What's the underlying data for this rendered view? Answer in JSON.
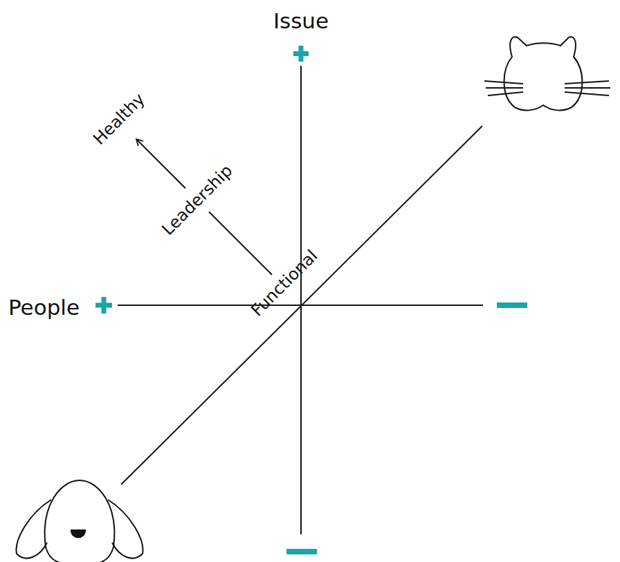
{
  "diagram": {
    "labels": [
      "Issue",
      "People",
      "Healthy",
      "Leadership",
      "Functional"
    ]
  }
}
